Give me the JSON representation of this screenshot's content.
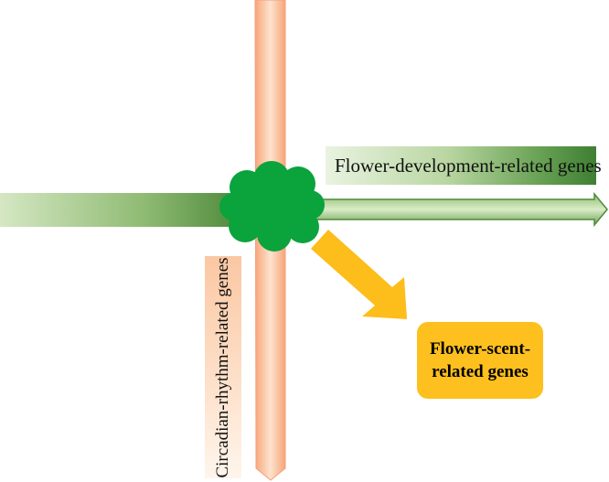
{
  "labels": {
    "flower_development": "Flower-development-related genes",
    "circadian_rhythm": "Circadian-rhythm-related genes",
    "flower_scent_line1": "Flower-scent-",
    "flower_scent_line2": "related genes"
  },
  "colors": {
    "vertical_arrow": "#fbb88f",
    "horizontal_arrow": "#5e9b4b",
    "hub": "#0aa33c",
    "scent_arrow": "#fdbd1a",
    "scent_box": "#fdc01f"
  },
  "icons": {
    "hub": "cloud-shape-icon"
  }
}
